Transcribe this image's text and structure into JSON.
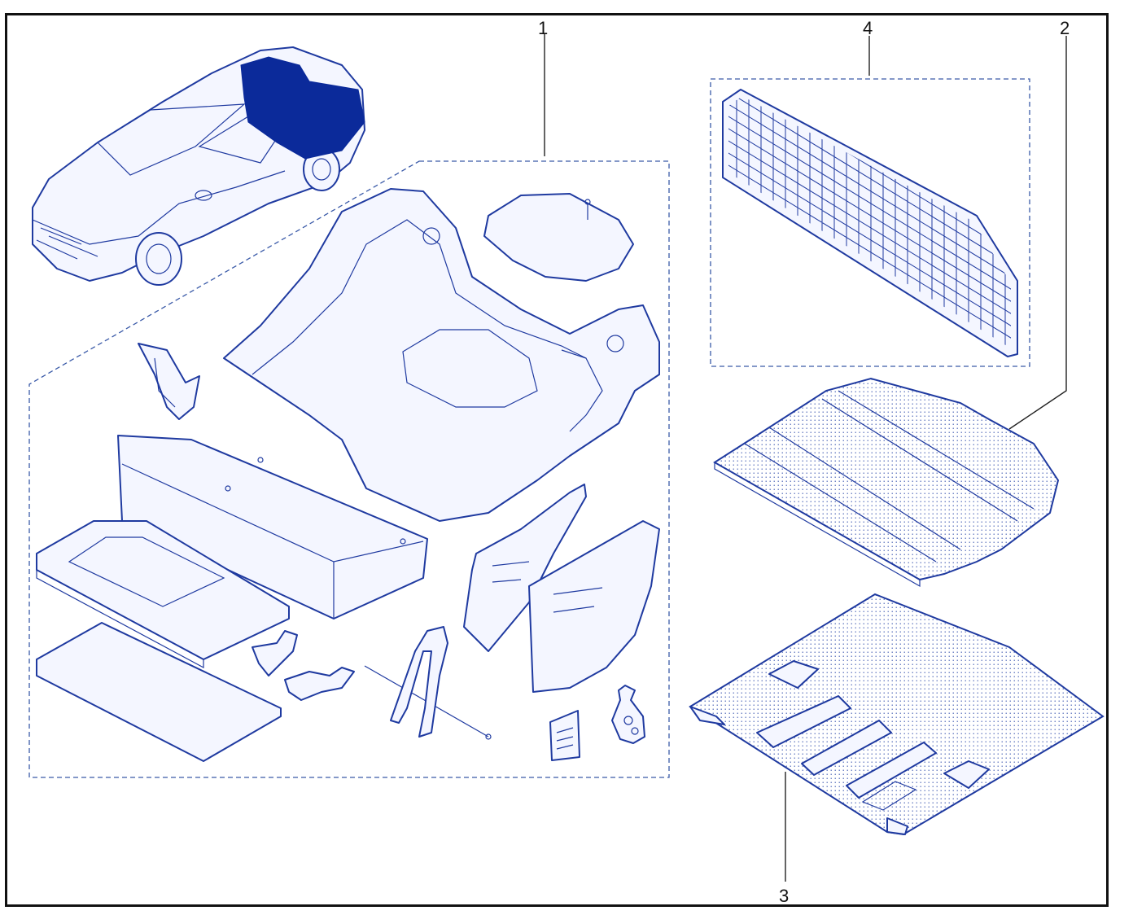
{
  "callouts": [
    {
      "id": "1",
      "label": "1"
    },
    {
      "id": "2",
      "label": "2"
    },
    {
      "id": "3",
      "label": "3"
    },
    {
      "id": "4",
      "label": "4"
    }
  ],
  "colors": {
    "line": "#1f3aa0",
    "highlight": "#0b2a9a",
    "frame": "#111111"
  }
}
